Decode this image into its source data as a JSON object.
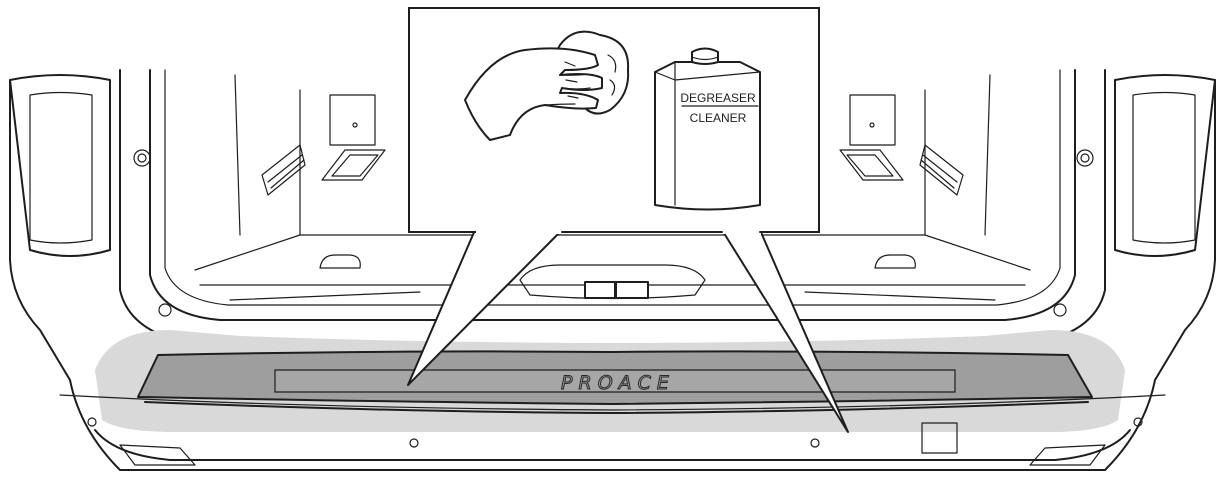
{
  "callout": {
    "can_label_line1": "DEGREASER",
    "can_label_line2": "CLEANER"
  },
  "vehicle": {
    "badge_text": "PROACE"
  },
  "colors": {
    "highlight_zone": "#d9d9d9",
    "sill_plate": "#9e9e9e",
    "line_art": "#1e1e1e"
  }
}
